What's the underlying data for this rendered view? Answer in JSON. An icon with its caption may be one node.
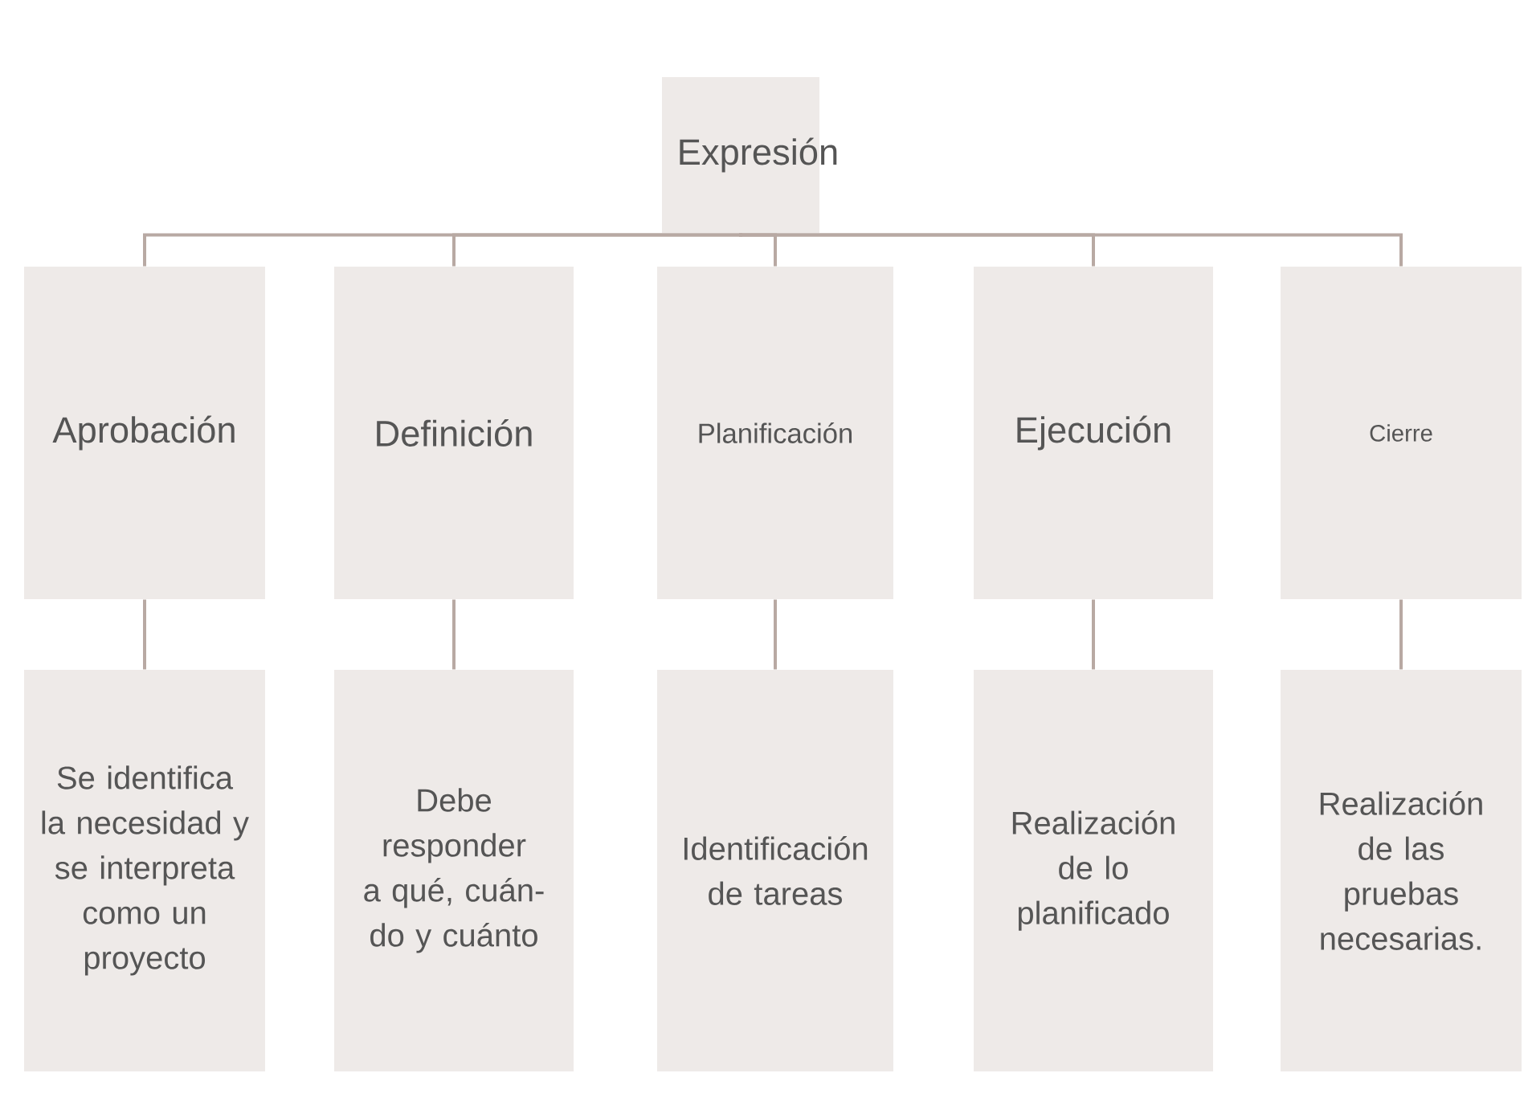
{
  "diagram": {
    "nodes": [
      {
        "text": [
          "Expresión"
        ]
      },
      {
        "text": [
          "Aprobación"
        ]
      },
      {
        "text": [
          "Definición"
        ]
      },
      {
        "text": [
          "Planificación"
        ]
      },
      {
        "text": [
          "Ejecución"
        ]
      },
      {
        "text": [
          "Cierre"
        ]
      },
      {
        "text": [
          "Se identifica la necesidad y se interpreta como un proyecto"
        ]
      },
      {
        "text": [
          "Debe responder a qué, cuán- do y cuánto"
        ]
      },
      {
        "text": [
          "Identificación de tareas"
        ]
      },
      {
        "text": [
          "Realización de lo planificado"
        ]
      },
      {
        "text": [
          "Realización de las pruebas necesarias."
        ]
      }
    ],
    "edges": [
      {
        "from": 0,
        "to": 1,
        "arrow": "none"
      },
      {
        "from": 0,
        "to": 2,
        "arrow": "none"
      },
      {
        "from": 0,
        "to": 3,
        "arrow": "none"
      },
      {
        "from": 0,
        "to": 4,
        "arrow": "none"
      },
      {
        "from": 0,
        "to": 5,
        "arrow": "none"
      },
      {
        "from": 1,
        "to": 6,
        "arrow": "none"
      },
      {
        "from": 2,
        "to": 7,
        "arrow": "none"
      },
      {
        "from": 3,
        "to": 8,
        "arrow": "none"
      },
      {
        "from": 4,
        "to": 9,
        "arrow": "none"
      },
      {
        "from": 5,
        "to": 10,
        "arrow": "none"
      }
    ]
  }
}
